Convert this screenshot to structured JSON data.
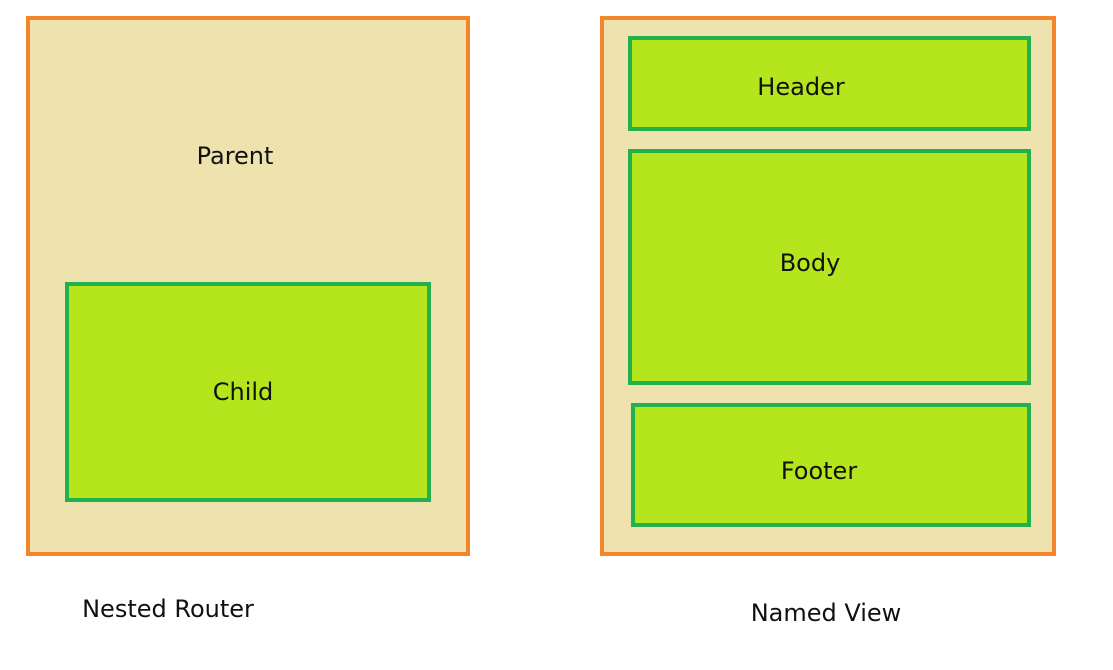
{
  "nested_router": {
    "parent_label": "Parent",
    "child_label": "Child",
    "caption": "Nested Router"
  },
  "named_view": {
    "header_label": "Header",
    "body_label": "Body",
    "footer_label": "Footer",
    "caption": "Named View"
  },
  "colors": {
    "outer_fill": "#EEE3AF",
    "outer_border": "#F5852B",
    "inner_fill": "#B5E61D",
    "inner_border": "#22B14C"
  }
}
